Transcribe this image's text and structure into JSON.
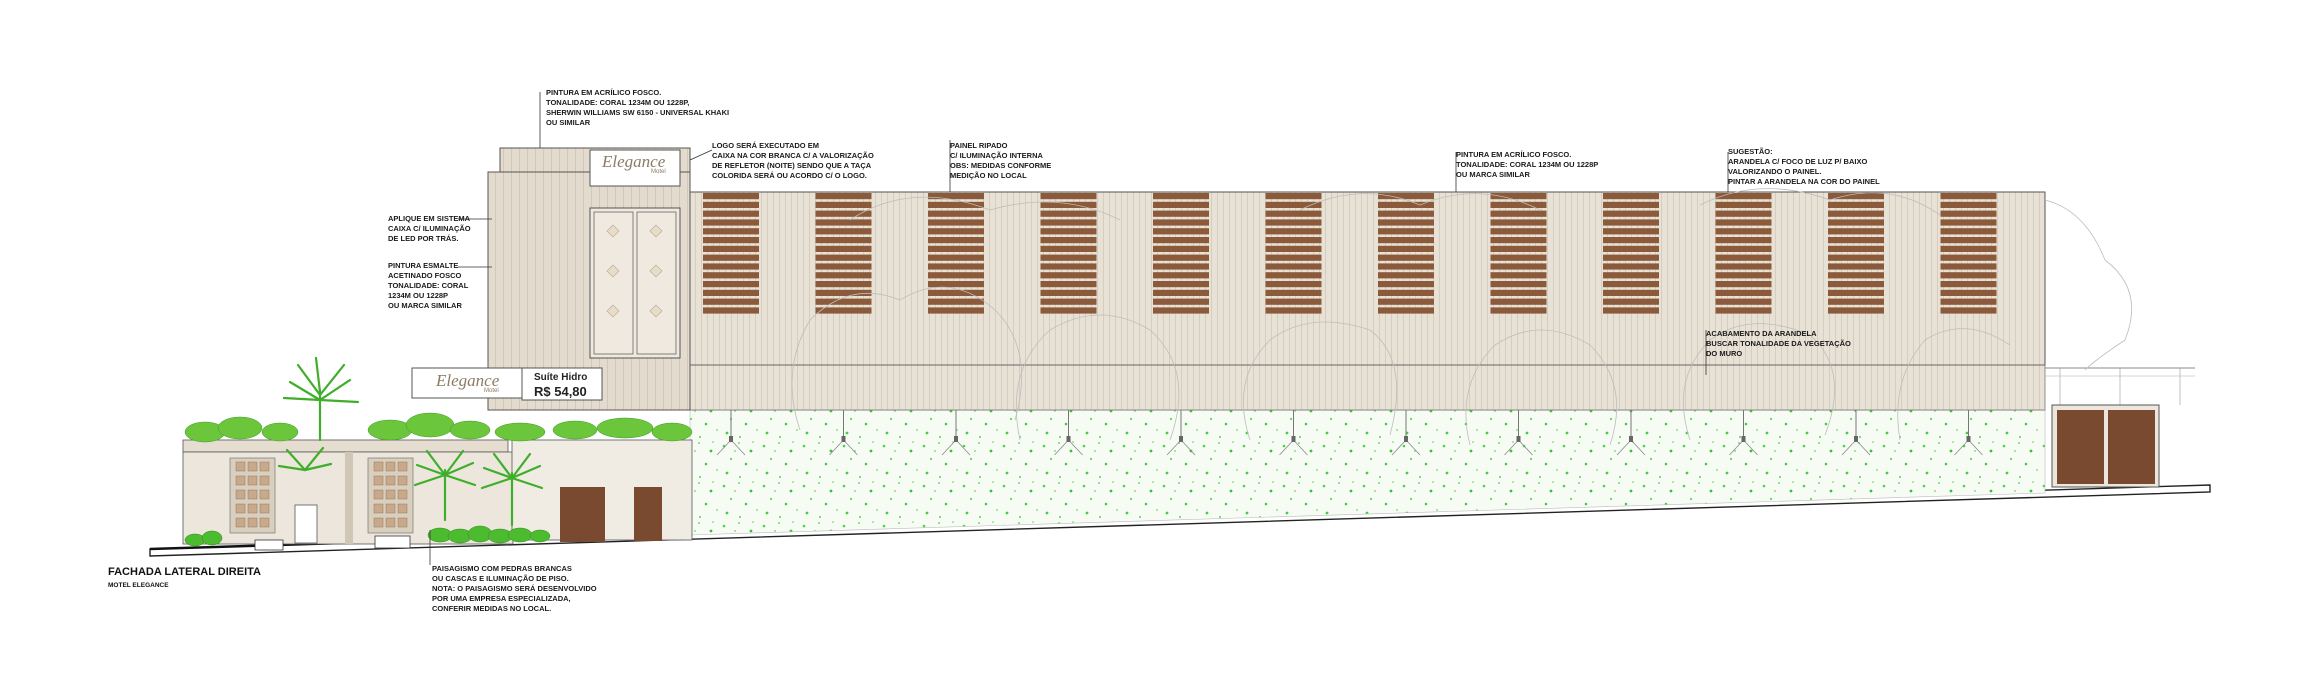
{
  "drawing": {
    "title": "FACHADA LATERAL DIREITA",
    "subtitle": "MOTEL ELEGANCE"
  },
  "signs": {
    "logo_top": "Elegance",
    "logo_top_sub": "Motel",
    "logo_lower": "Elegance",
    "logo_lower_sub": "Motel",
    "suite_name": "Suíte Hidro",
    "suite_price": "R$ 54,80"
  },
  "notes": [
    {
      "id": "pintura-acrilico-torre",
      "lines": [
        "PINTURA EM ACRÍLICO FOSCO.",
        "TONALIDADE: CORAL 1234M OU 1228P,",
        "SHERWIN WILLIAMS SW 6150 - UNIVERSAL KHAKI",
        "OU SIMILAR"
      ]
    },
    {
      "id": "logo-executado",
      "lines": [
        "LOGO SERÁ EXECUTADO EM",
        "CAIXA NA COR BRANCA C/ A VALORIZAÇÃO",
        "DE REFLETOR (NOITE) SENDO QUE A TAÇA",
        "COLORIDA SERÁ OU ACORDO C/ O LOGO."
      ]
    },
    {
      "id": "painel-ripado",
      "lines": [
        "PAINEL RIPADO",
        "C/ ILUMINAÇÃO INTERNA",
        "OBS: MEDIDAS CONFORME",
        "MEDIÇÃO NO LOCAL"
      ]
    },
    {
      "id": "pintura-acrilico-muro",
      "lines": [
        "PINTURA EM ACRÍLICO FOSCO.",
        "TONALIDADE: CORAL 1234M OU 1228P",
        "OU MARCA SIMILAR"
      ]
    },
    {
      "id": "sugestao-arandela",
      "lines": [
        "SUGESTÃO:",
        "ARANDELA C/ FOCO DE LUZ P/ BAIXO",
        "VALORIZANDO O PAINEL.",
        "PINTAR A ARANDELA NA COR DO PAINEL"
      ]
    },
    {
      "id": "aplique-sistema",
      "lines": [
        "APLIQUE EM SISTEMA",
        "CAIXA C/ ILUMINAÇÃO",
        "DE LED POR TRÁS."
      ]
    },
    {
      "id": "pintura-esmalte",
      "lines": [
        "PINTURA ESMALTE",
        "ACETINADO FOSCO",
        "TONALIDADE: CORAL",
        "1234M OU 1228P",
        "OU MARCA SIMILAR"
      ]
    },
    {
      "id": "acabamento-arandela",
      "lines": [
        "ACABAMENTO DA ARANDELA",
        "BUSCAR TONALIDADE DA VEGETAÇÃO",
        "DO MURO"
      ]
    },
    {
      "id": "paisagismo",
      "lines": [
        "PAISAGISMO COM PEDRAS BRANCAS",
        "OU CASCAS E ILUMINAÇÃO DE PISO.",
        "NOTA: O PAISAGISMO SERÁ DESENVOLVIDO",
        "POR UMA EMPRESA ESPECIALIZADA,",
        "CONFERIR MEDIDAS NO LOCAL."
      ]
    }
  ],
  "colors": {
    "wall": "#e6dfd3",
    "wall_stripe": "#d8cfc0",
    "slat": "#8b5a3a",
    "door": "#7a4a30",
    "foliage": "#59c734",
    "green_dot": "#3fcf3f",
    "line": "#333333"
  }
}
